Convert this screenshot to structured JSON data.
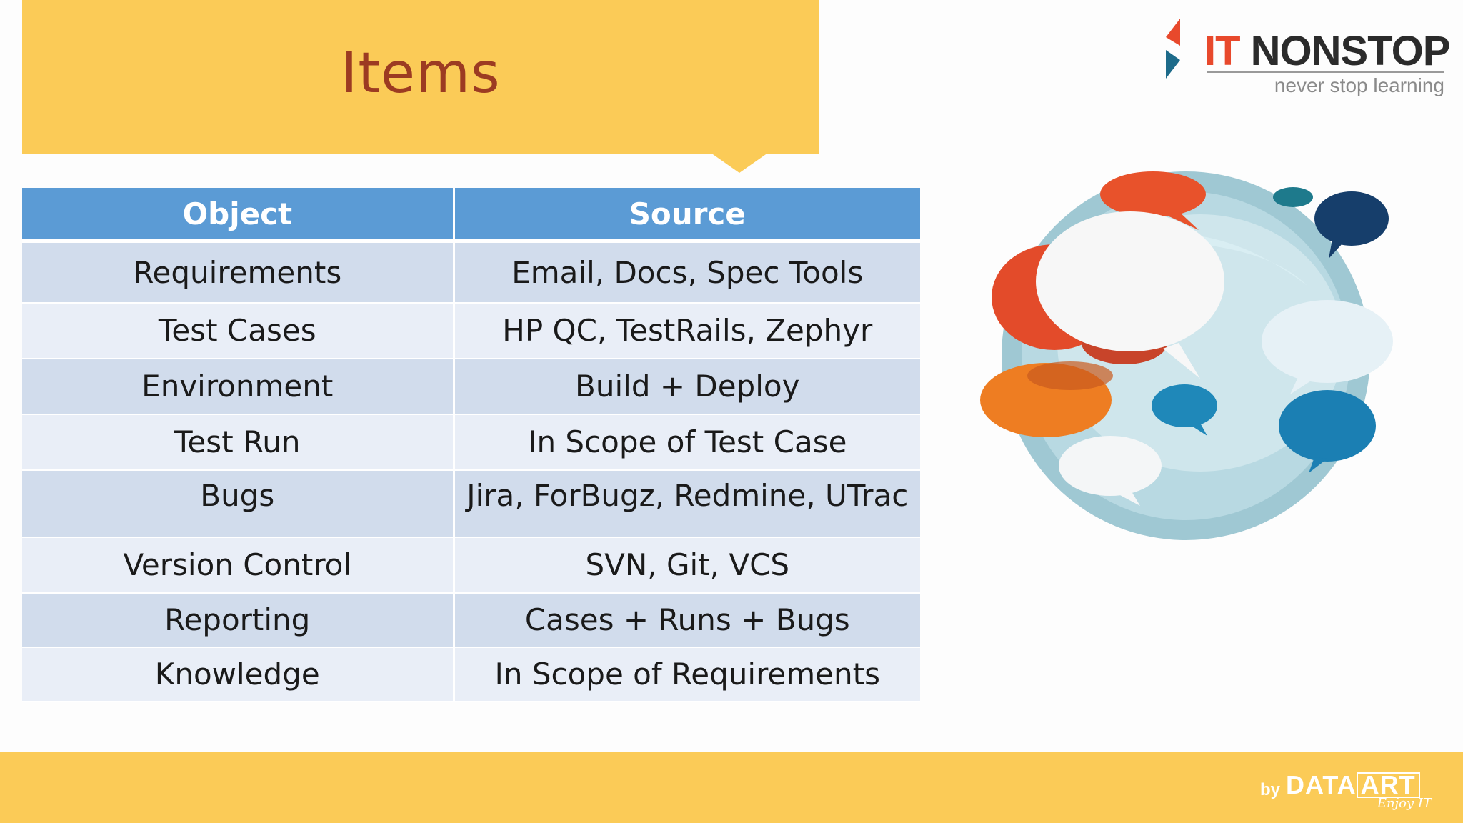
{
  "slide": {
    "title": "Items"
  },
  "logo": {
    "brand_prefix": "IT",
    "brand_suffix": " NONSTOP",
    "tagline": "never stop learning",
    "colors": {
      "accent": "#e8492c",
      "dark": "#2b2b2b",
      "teal": "#1d6b8a"
    }
  },
  "table": {
    "headers": [
      "Object",
      "Source"
    ],
    "rows": [
      [
        "Requirements",
        "Email, Docs, Spec Tools"
      ],
      [
        "Test Cases",
        "HP QC, TestRails, Zephyr"
      ],
      [
        "Environment",
        "Build + Deploy"
      ],
      [
        "Test Run",
        "In Scope of Test Case"
      ],
      [
        "Bugs",
        "Jira, ForBugz, Redmine, UTrac"
      ],
      [
        "Version Control",
        "SVN, Git, VCS"
      ],
      [
        "Reporting",
        "Cases + Runs + Bugs"
      ],
      [
        "Knowledge",
        "In Scope of Requirements"
      ]
    ],
    "colors": {
      "header": "#5b9bd5",
      "row_dark": "#d1dcec",
      "row_light": "#e9eef7"
    }
  },
  "illustration": {
    "icon": "globe-with-speech-bubbles-icon"
  },
  "footer": {
    "by": "by",
    "brand_plain": "DATA",
    "brand_boxed": "ART",
    "slogan": "Enjoy IT",
    "color": "#fbcb57"
  },
  "theme": {
    "banner": "#fbcb57",
    "title_color": "#9c3b22"
  }
}
